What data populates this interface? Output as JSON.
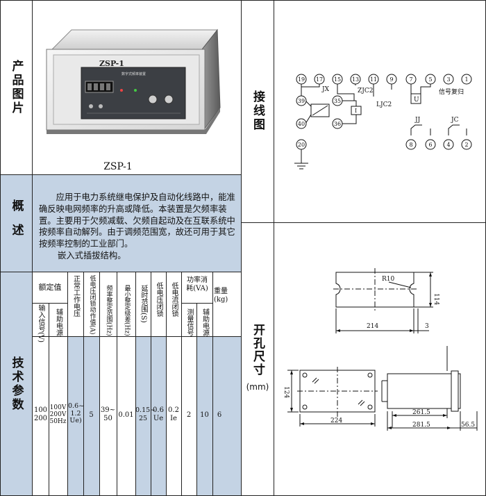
{
  "row_labels": {
    "product_image": "产品图片",
    "overview": "概述",
    "tech_params": "技术参数",
    "wiring": "接线图",
    "cutout": "开孔尺寸",
    "cutout_unit": "(mm)"
  },
  "product": {
    "model": "ZSP-1",
    "panel_label": "ZSP-1",
    "panel_subtitle": "数字式频率装置"
  },
  "overview": {
    "paragraph_1": "应用于电力系统继电保护及自动化线路中，能准确反映电网频率的升高或降低。本装置是欠频率装置。主要用于欠频减载、欠频自起动及在互联系统中按频率自动解列。由于调频范围宽，故还可用于其它按频率控制的工业部门。",
    "paragraph_2": "嵌入式插拔结构。"
  },
  "tech": {
    "header_rated": "额定值",
    "header_input": "输入信号(V)",
    "header_aux": "辅助电源",
    "header_normal_voltage": "正常工作电压",
    "header_low_volt_block": "低电压闭锁动作值(A)",
    "header_freq_range": "频率整定范围(Hz)",
    "header_min_step": "最小整定级差(Hz)",
    "header_delay": "延时范围(S)",
    "header_uv_lock": "低电压闭锁",
    "header_lc_lock": "低电流闭锁",
    "header_power": "功率消耗(VA)",
    "header_measure": "测量信号",
    "header_aux_power": "辅助电源",
    "header_weight": "重量(kg)",
    "val_input_1": "100",
    "val_input_2": "200",
    "val_aux_1": "100V",
    "val_aux_2": "200V",
    "val_aux_3": "50Hz",
    "val_normal_1": "0.6~",
    "val_normal_2": "1.2",
    "val_normal_3": "Ue)",
    "val_low_block": "5",
    "val_freq_1": "39~",
    "val_freq_2": "50",
    "val_min_step": "0.01",
    "val_delay_1": "0.15~",
    "val_delay_2": "25",
    "val_uv_1": "0.6",
    "val_uv_2": "Ue",
    "val_lc_1": "0.2",
    "val_lc_2": "Ie",
    "val_measure": "2",
    "val_aux_power": "10",
    "val_weight": "6"
  },
  "wiring": {
    "terminals": [
      "19",
      "17",
      "15",
      "13",
      "11",
      "9",
      "7",
      "5",
      "3",
      "1",
      "39",
      "35",
      "40",
      "36",
      "20",
      "8",
      "6",
      "4",
      "2"
    ],
    "label_jx": "JX",
    "label_zjc2": "ZJC2",
    "label_ljc2": "LJC2",
    "label_signal_reset": "信号复归",
    "label_jj": "JJ",
    "label_jc": "JC",
    "label_u": "U",
    "label_i": "I"
  },
  "cutout": {
    "dim_r10": "R10",
    "dim_114": "114",
    "dim_214": "214",
    "dim_3": "3",
    "dim_124": "124",
    "dim_224": "224",
    "dim_261_5": "261.5",
    "dim_281_5": "281.5",
    "dim_56_5": "56.5"
  }
}
